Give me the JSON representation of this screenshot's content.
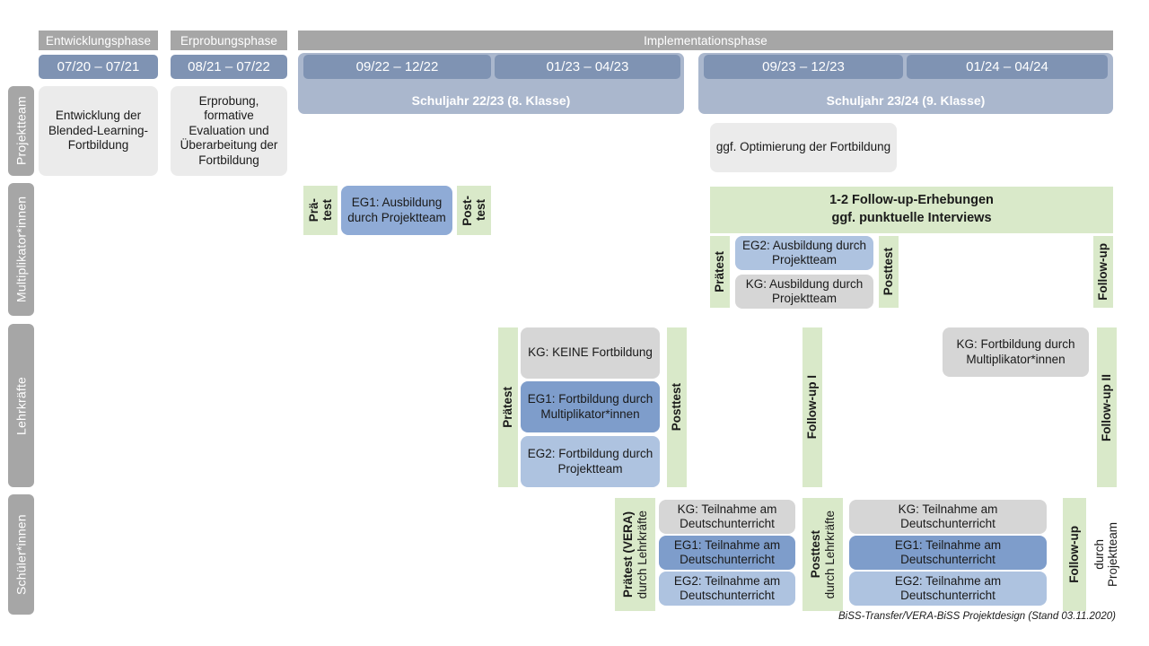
{
  "phases": [
    {
      "label": "Entwicklungsphase"
    },
    {
      "label": "Erprobungsphase"
    },
    {
      "label": "Implementationsphase"
    }
  ],
  "periods": [
    {
      "label": "07/20 – 07/21"
    },
    {
      "label": "08/21 – 07/22"
    },
    {
      "label": "09/22 – 12/22"
    },
    {
      "label": "01/23 – 04/23"
    },
    {
      "label": "09/23 – 12/23"
    },
    {
      "label": "01/24 – 04/24"
    }
  ],
  "school_years": [
    {
      "label": "Schuljahr 22/23 (8. Klasse)"
    },
    {
      "label": "Schuljahr 23/24 (9. Klasse)"
    }
  ],
  "lanes": [
    {
      "label": "Projektteam"
    },
    {
      "label": "Multiplikator*innen"
    },
    {
      "label": "Lehrkräfte"
    },
    {
      "label": "Schüler*innen"
    }
  ],
  "projektteam": {
    "entwicklung": "Entwicklung der Blended-Learning-Fortbildung",
    "erprobung": "Erprobung, formative Evaluation und Überarbeitung der Fortbildung",
    "optimierung": "ggf. Optimierung der Fortbildung"
  },
  "multiplikatoren": {
    "praetest_line1": "Prä-",
    "praetest_line2": "test",
    "posttest_line1": "Post-",
    "posttest_line2": "test",
    "eg1_ausbildung": "EG1: Ausbildung durch Projektteam",
    "banner_line1": "1-2 Follow-up-Erhebungen",
    "banner_line2": "ggf. punktuelle Interviews",
    "praetest2": "Prätest",
    "posttest2": "Posttest",
    "followup": "Follow-up",
    "eg2_ausbildung": "EG2:  Ausbildung durch Projektteam",
    "kg_ausbildung": "KG: Ausbildung durch Projektteam"
  },
  "lehrkraefte": {
    "praetest": "Prätest",
    "posttest": "Posttest",
    "followup1": "Follow-up I",
    "followup2": "Follow-up II",
    "kg_keine": "KG:  KEINE Fortbildung",
    "eg1": "EG1: Fortbildung durch Multiplikator*innen",
    "eg2": "EG2: Fortbildung durch Projektteam",
    "kg_fortbildung": "KG: Fortbildung durch Multiplikator*innen"
  },
  "schueler": {
    "praetest_bold": "Prätest (VERA)",
    "praetest_sub": "durch Lehrkräfte",
    "posttest_bold": "Posttest",
    "posttest_sub": "durch Lehrkräfte",
    "followup_bold": "Follow-up",
    "followup_sub1": "durch",
    "followup_sub2": "Projektteam",
    "kg": "KG: Teilnahme am Deutschunterricht",
    "eg1": "EG1: Teilnahme am Deutschunterricht",
    "eg2": "EG2: Teilnahme am Deutschunterricht"
  },
  "footer": "BiSS-Transfer/VERA-BiSS Projektdesign (Stand 03.11.2020)",
  "colors": {
    "phase_bar": "#a6a6a6",
    "date_pill": "#7f93b3",
    "school_year": "#aab7cd",
    "green": "#d9e9c9",
    "grey_light": "#ebebeb",
    "grey_mid": "#d6d6d6",
    "eg1_blue": "#7e9dcb",
    "eg2_blue": "#aec3e0"
  }
}
